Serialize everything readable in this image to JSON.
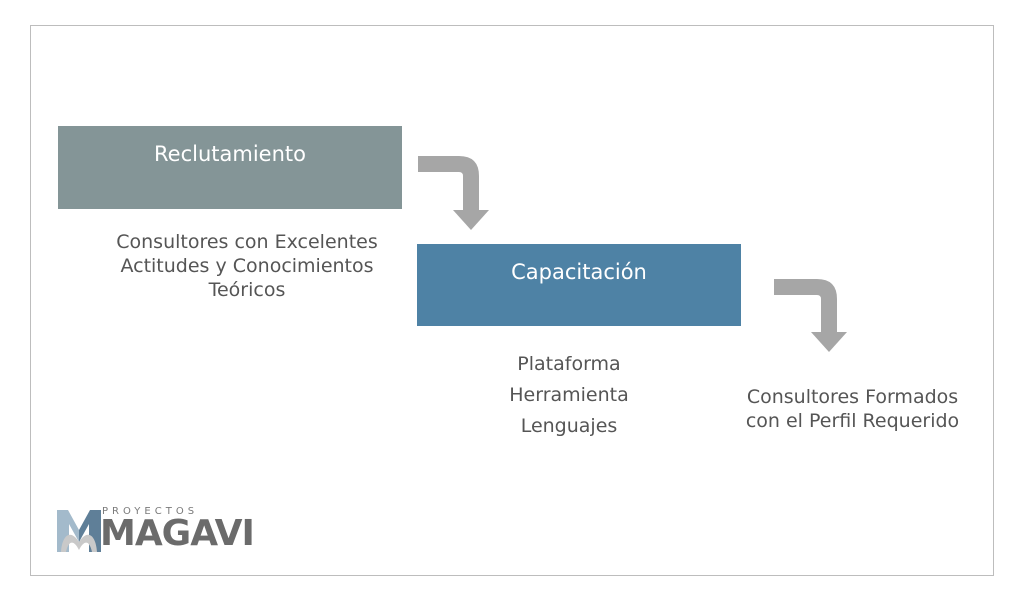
{
  "steps": [
    {
      "title": "Reclutamiento",
      "color": "#849597"
    },
    {
      "title": "Capacitación",
      "color": "#4e82a5"
    }
  ],
  "descriptions": {
    "reclutamiento": [
      "Consultores con Excelentes",
      "Actitudes y Conocimientos",
      "Teóricos"
    ],
    "capacitacion": [
      "Plataforma",
      "Herramienta",
      "Lenguajes"
    ],
    "resultado": [
      "Consultores Formados",
      "con el Perfil Requerido"
    ]
  },
  "arrow_color": "#a6a6a6",
  "logo": {
    "small_text": "PROYECTOS",
    "big_text": "MAGAVI",
    "icon": "magavi-m-logo-icon"
  }
}
